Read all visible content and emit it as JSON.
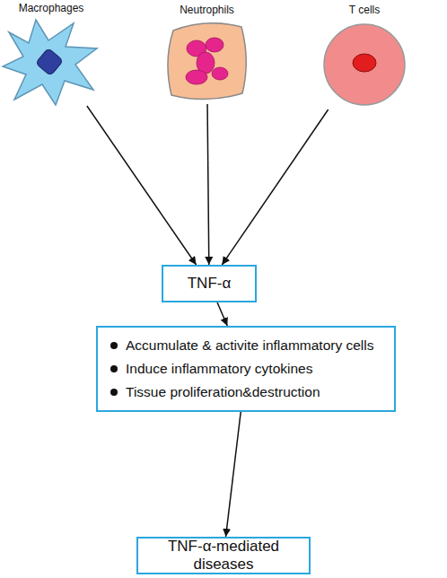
{
  "diagram": {
    "nodes": [
      {
        "text": [
          "Macrophages"
        ]
      },
      {
        "text": [
          "Neutrophils"
        ]
      },
      {
        "text": [
          "T cells"
        ]
      },
      {
        "text": [
          "TNF-α"
        ]
      },
      {
        "text": [
          "Accumulate & activite inflammatory cells",
          "Induce inflammatory cytokines",
          "Tissue proliferation&destruction"
        ]
      },
      {
        "text": [
          "TNF-α-mediated diseases"
        ]
      }
    ],
    "edges": [
      {
        "from": 0,
        "to": 3,
        "arrow": "to"
      },
      {
        "from": 1,
        "to": 3,
        "arrow": "to"
      },
      {
        "from": 2,
        "to": 3,
        "arrow": "to"
      },
      {
        "from": 3,
        "to": 4,
        "arrow": "to"
      },
      {
        "from": 4,
        "to": 5,
        "arrow": "to"
      }
    ]
  }
}
